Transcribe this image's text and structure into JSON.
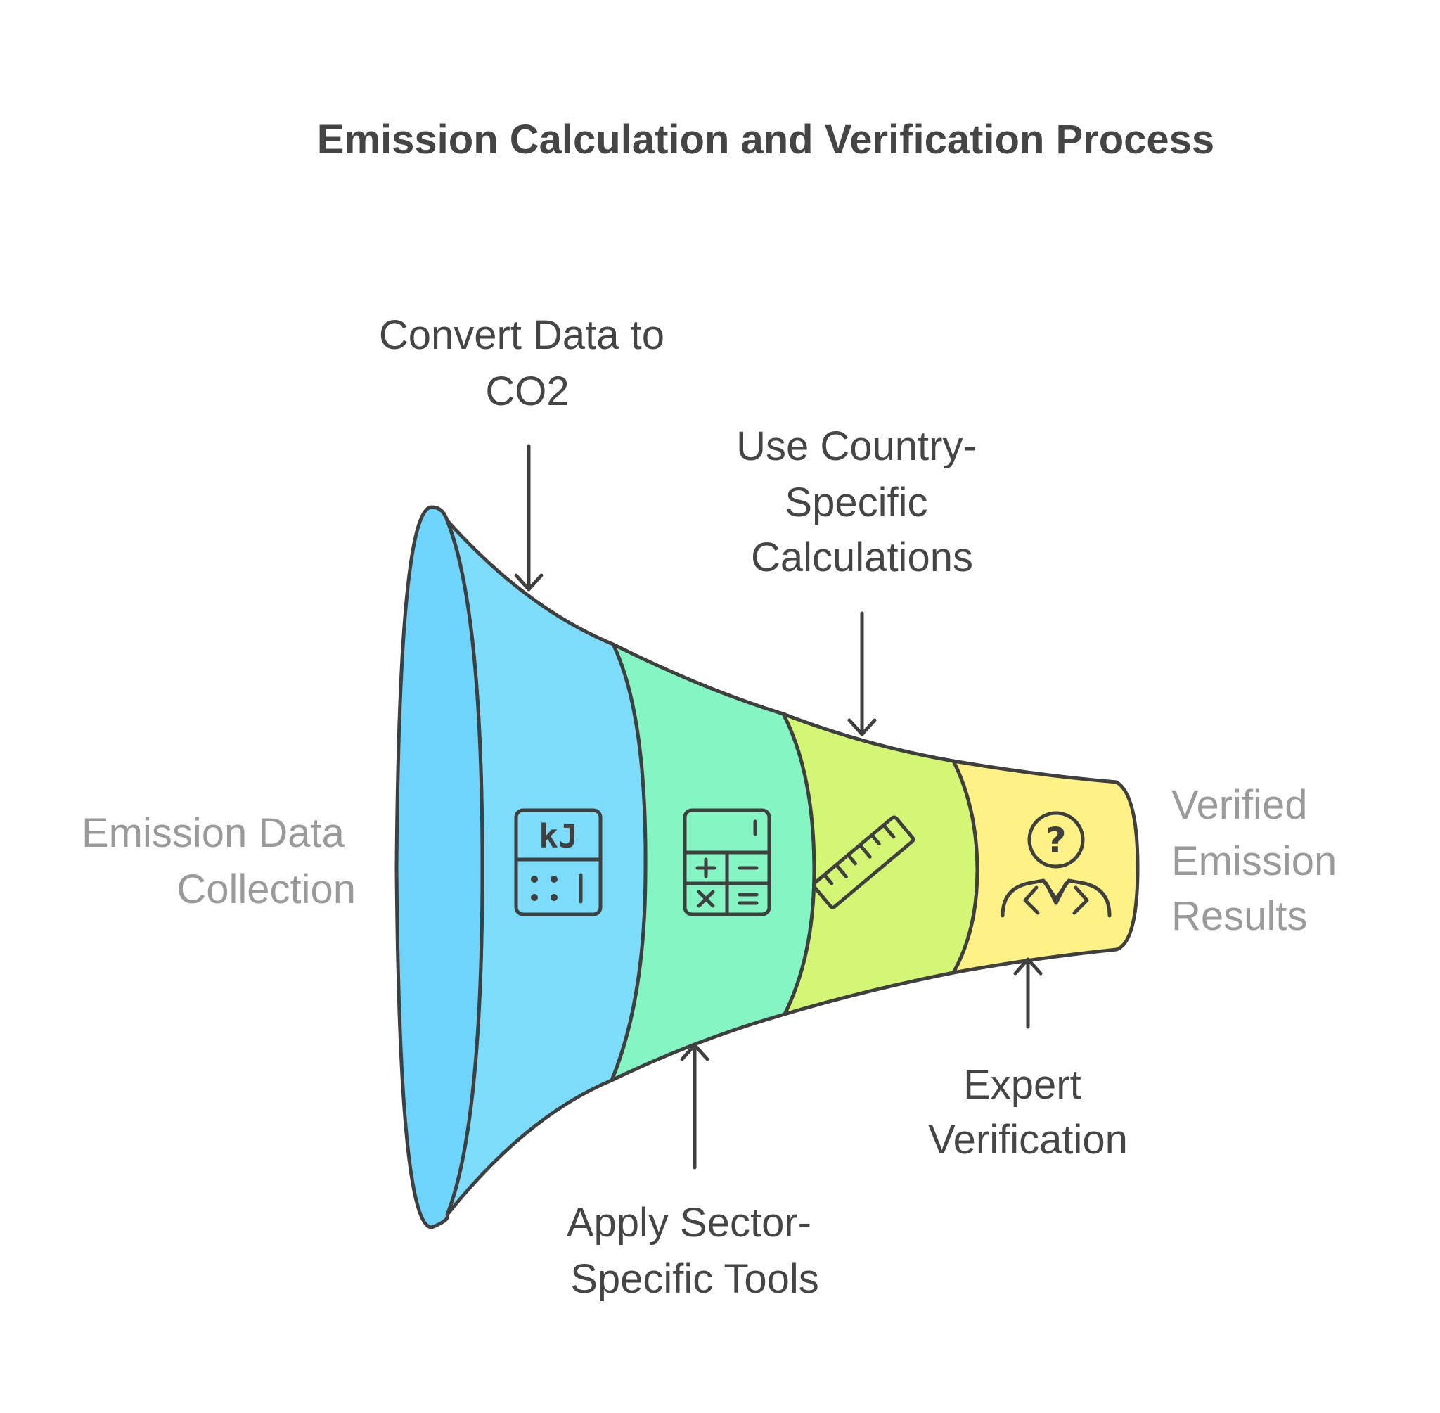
{
  "title": "Emission Calculation and Verification Process",
  "input_label": [
    "Emission Data",
    "Collection"
  ],
  "output_label": [
    "Verified",
    "Emission",
    "Results"
  ],
  "stages": [
    {
      "label": [
        "Convert Data to",
        "CO2"
      ],
      "icon": "energy-calculator-icon",
      "color": "#7edcfb"
    },
    {
      "label": [
        "Apply Sector-",
        "Specific Tools"
      ],
      "icon": "calculator-icon",
      "color": "#85f5c3"
    },
    {
      "label": [
        "Use Country-",
        "Specific",
        "Calculations"
      ],
      "icon": "ruler-icon",
      "color": "#d3f774"
    },
    {
      "label": [
        "Expert",
        "Verification"
      ],
      "icon": "expert-question-icon",
      "color": "#fef287"
    }
  ],
  "colors": {
    "mouth": "#6fd4fb",
    "outline": "#3f3f3f",
    "text": "#454545",
    "muted_text": "#9a9a9a"
  }
}
